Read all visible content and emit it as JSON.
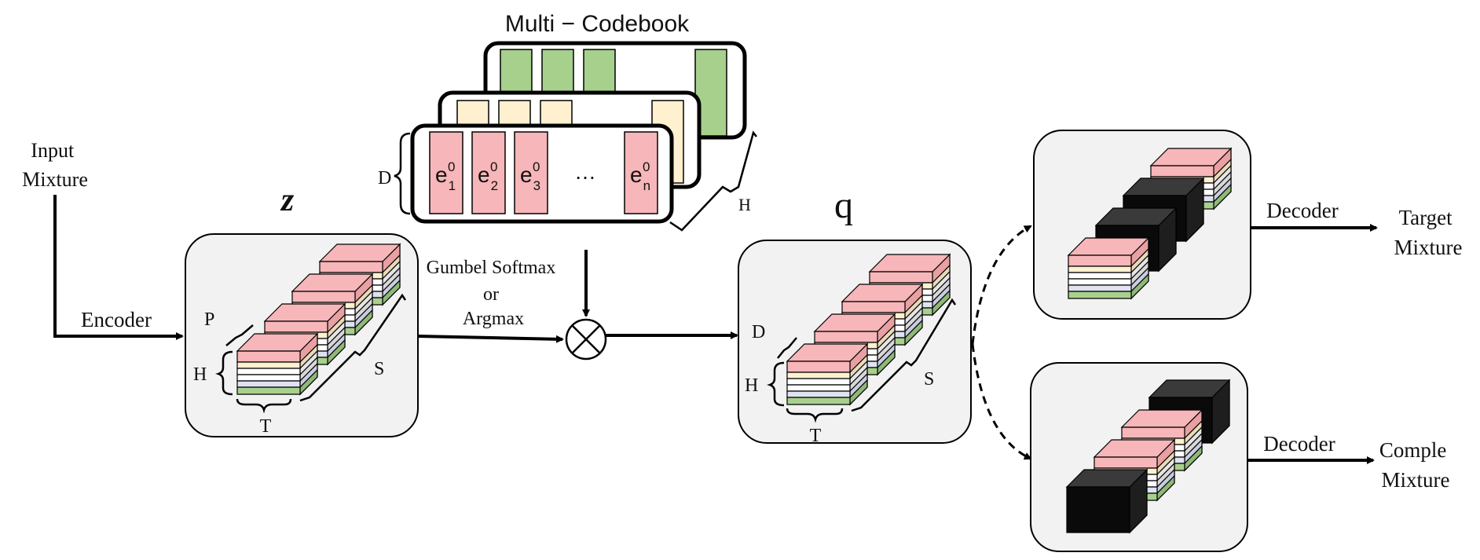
{
  "labels": {
    "input": [
      "Input",
      "Mixture"
    ],
    "encoder": "Encoder",
    "z": "z",
    "q": "q",
    "codebook_title": "Multi − Codebook",
    "gumbel": [
      "Gumbel Softmax",
      "or",
      "Argmax"
    ],
    "decoder_top": "Decoder",
    "decoder_bottom": "Decoder",
    "target": [
      "Target",
      "Mixture"
    ],
    "comple": [
      "Comple",
      "Mixture"
    ],
    "dim_D": "D",
    "dim_H": "H",
    "dim_P": "P",
    "dim_S": "S",
    "dim_T": "T",
    "ellipsis": "…"
  },
  "codebook_entries": [
    {
      "base": "e",
      "sub": "1",
      "sup": "0"
    },
    {
      "base": "e",
      "sub": "2",
      "sup": "0"
    },
    {
      "base": "e",
      "sub": "3",
      "sup": "0"
    },
    {
      "base": "e",
      "sub": "n",
      "sup": "0"
    }
  ],
  "colors": {
    "pink": "#f7b6b9",
    "yellow": "#fff1cf",
    "green": "#a8d08d",
    "white": "#ffffff",
    "lavender": "#dfe3f0",
    "panel": "#f2f2f2",
    "black_top": "#3a3a3a",
    "black_front": "#0a0a0a",
    "black_side": "#1e1e1e"
  },
  "icons": {
    "multiply": "circle-times-icon"
  }
}
